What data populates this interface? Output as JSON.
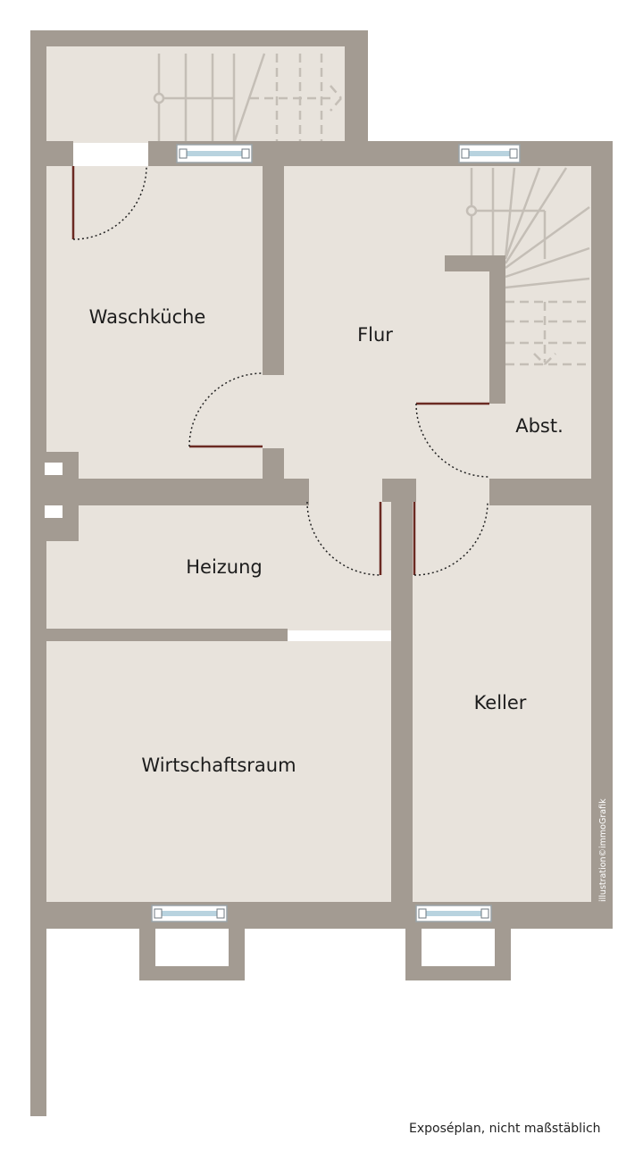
{
  "rooms": {
    "waschkueche": "Waschküche",
    "flur": "Flur",
    "abstellraum": "Abst.",
    "heizung": "Heizung",
    "keller": "Keller",
    "wirtschaftsraum": "Wirtschaftsraum"
  },
  "caption": "Exposéplan, nicht maßstäblich",
  "credit": "illustration©immoGrafik",
  "colors": {
    "wall": "#a39b92",
    "floor": "#e8e3dc",
    "stair_line": "#c4beb6",
    "door": "#6b2a22",
    "window_frame": "#b8d3df"
  }
}
